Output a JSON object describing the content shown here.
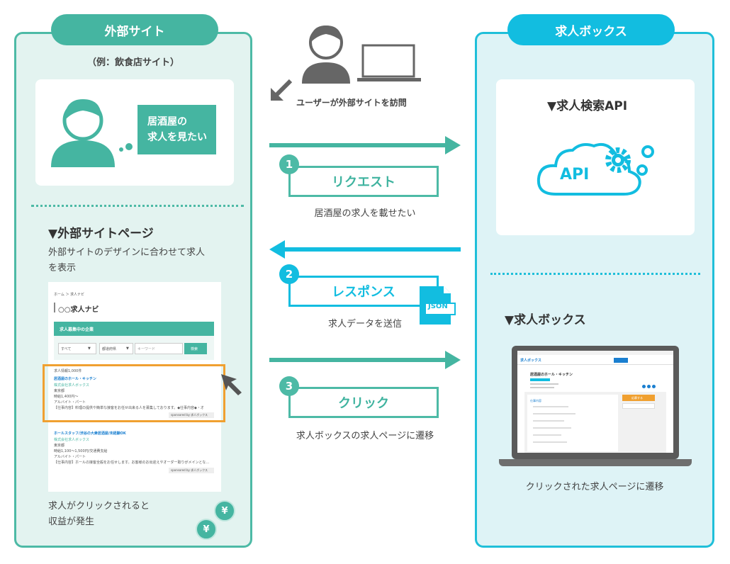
{
  "left": {
    "title": "外部サイト",
    "subtitle": "（例：飲食店サイト）",
    "bubble_line1": "居酒屋の",
    "bubble_line2": "求人を見たい",
    "page_heading": "▼外部サイトページ",
    "page_desc_line1": "外部サイトのデザインに合わせて求人",
    "page_desc_line2": "を表示",
    "revenue_line1": "求人がクリックされると",
    "revenue_line2": "収益が発生",
    "coin_symbol": "¥",
    "mock": {
      "breadcrumb": "ホーム ＞ 求人ナビ",
      "site_title": "○○求人ナビ",
      "banner": "求人募集中の企業",
      "select1": "すべて",
      "select2": "都道府県",
      "keyword_placeholder": "キーワード",
      "search_button": "検索",
      "count": "求人情報1,000件",
      "job1": {
        "title": "居酒屋のホール・キッチン",
        "company": "株式会社求人ボックス",
        "location": "東京都",
        "wage": "時給1,400円〜",
        "type": "アルバイト・パート",
        "desc": "【仕事内容】料理の提供や簡単な接客をお任せ出来る人を募集しております。◆仕事内容◆・オ"
      },
      "job2": {
        "title": "ホールスタッフ/渋谷の大衆居酒屋/未経験OK",
        "company": "株式会社求人ボックス",
        "location": "東京都",
        "wage": "時給1,100〜1,500円/交通費支給",
        "type": "アルバイト・パート",
        "desc": "【仕事内容】ホールの接客全般をお任せします。お客様のお出迎えやオーダー取りがメインとな…"
      },
      "sponsored": "sponsored by 求人ボックス"
    }
  },
  "middle": {
    "user_caption": "ユーザーが外部サイトを訪問",
    "steps": [
      {
        "num": "1",
        "label": "リクエスト",
        "caption": "居酒屋の求人を載せたい"
      },
      {
        "num": "2",
        "label": "レスポンス",
        "caption": "求人データを送信"
      },
      {
        "num": "3",
        "label": "クリック",
        "caption": "求人ボックスの求人ページに遷移"
      }
    ],
    "json_badge": "JSON"
  },
  "right": {
    "title": "求人ボックス",
    "api_heading": "▼求人検索API",
    "api_cloud_label": "API",
    "box_heading": "▼求人ボックス",
    "laptop_caption": "クリックされた求人ページに遷移",
    "laptop": {
      "logo": "求人ボックス",
      "job_title": "居酒屋のホール・キッチン",
      "apply_button": "応募する",
      "section": "仕事内容"
    }
  },
  "colors": {
    "green": "#45b5a1",
    "blue": "#12bde0",
    "orange": "#f0a030",
    "green_light": "#e3f3f0",
    "blue_light": "#def3f6"
  }
}
